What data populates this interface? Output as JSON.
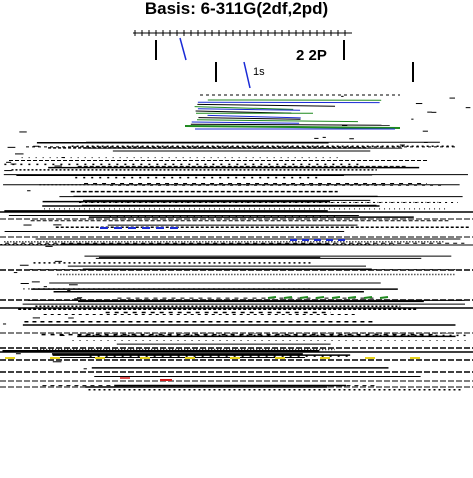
{
  "title": "Basis: 6-311G(2df,2pd)",
  "labels": {
    "orbital": "1s",
    "fragment": "2 2P"
  },
  "colors": {
    "background": "#ffffff",
    "ink": "#000000",
    "blue": "#1a2bd6",
    "green": "#1f8a1f",
    "yellow": "#e6d21a",
    "red": "#d41a1a"
  }
}
